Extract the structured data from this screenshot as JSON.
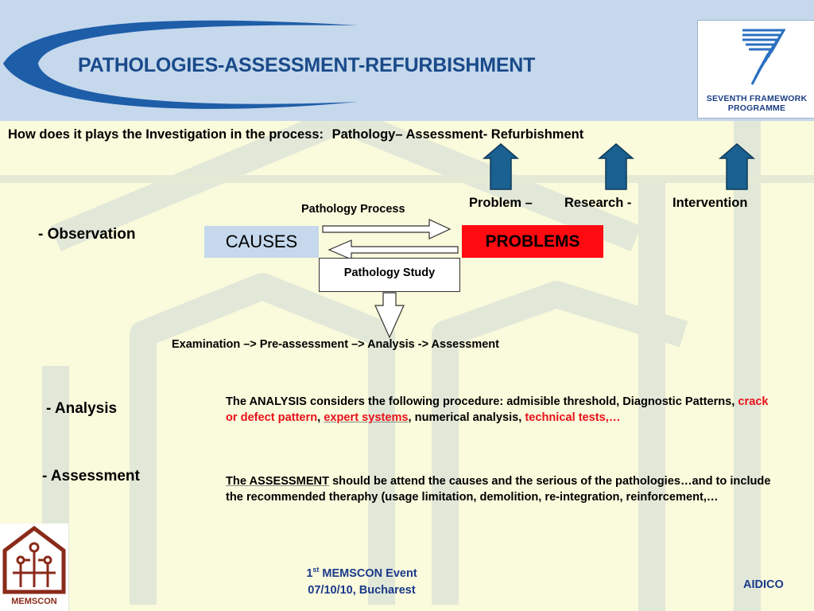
{
  "header": {
    "title": "PATHOLOGIES-ASSESSMENT-REFURBISHMENT",
    "logo_line1": "SEVENTH FRAMEWORK",
    "logo_line2": "PROGRAMME"
  },
  "question": {
    "lead": "How does it plays the Investigation in the process:",
    "stages": "Pathology– Assessment- Refurbishment"
  },
  "phases": {
    "problem": "Problem –",
    "research": "Research -",
    "intervention": "Intervention"
  },
  "diagram": {
    "process_label": "Pathology Process",
    "causes": "CAUSES",
    "problems": "PROBLEMS",
    "study": "Pathology Study",
    "flow": "Examination –> Pre-assessment –> Analysis  ->  Assessment"
  },
  "sections": {
    "observation": "- Observation",
    "analysis": "- Analysis",
    "assessment": "- Assessment"
  },
  "analysis_text": {
    "t1": "The ANALYSIS considers the following procedure: admisible threshold, Diagnostic Patterns, ",
    "r1": "crack or defect pattern",
    "t2": ", ",
    "r2": "expert systems",
    "t3": ", numerical analysis, ",
    "r3": "technical tests,…"
  },
  "assessment_text": {
    "u1": "The ASSESSMENT",
    "t1": " should be attend the causes and the serious of the pathologies…and to include the recommended theraphy (usage limitation, demolition, re-integration, reinforcement,…"
  },
  "footer": {
    "event_num": "1",
    "event_sup": "st",
    "event_name": "  MEMSCON Event",
    "event_date": "07/10/10, Bucharest",
    "org": "AIDICO",
    "memscon_logo": "MEMSCON"
  },
  "colors": {
    "header_band": "#c5d8ec",
    "title": "#1a4a8a",
    "arrow_fill": "#1a6090",
    "problems_box": "#ff0a10",
    "red_text": "#e8111a"
  }
}
